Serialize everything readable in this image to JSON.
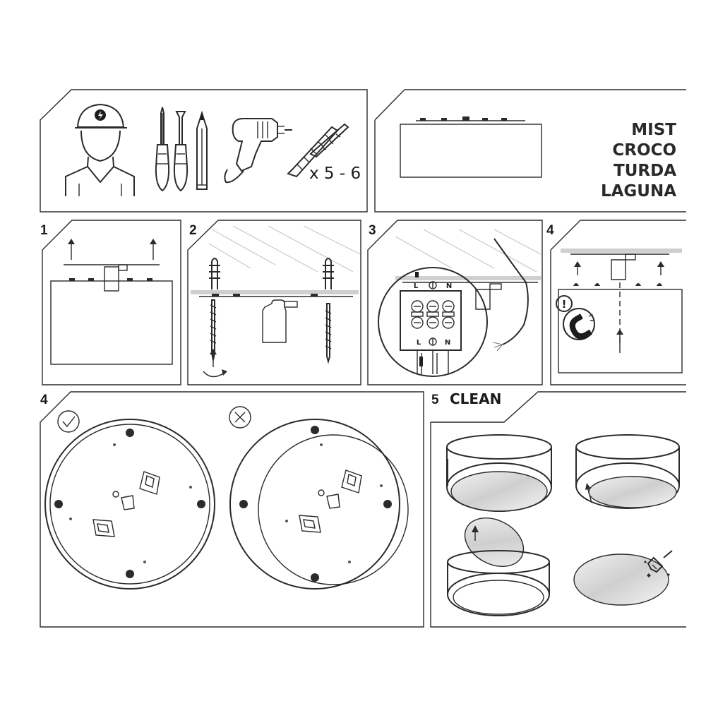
{
  "header": {
    "quantity_label": "x 5 - 6",
    "models": [
      "MIST",
      "CROCO",
      "TURDA",
      "LAGUNA"
    ]
  },
  "steps": {
    "step1": "1",
    "step2": "2",
    "step3": "3",
    "step4": "4",
    "step4b": "4",
    "step5": "5",
    "step5_label": "CLEAN"
  },
  "terminal": {
    "top": [
      "L",
      "N"
    ],
    "bottom": [
      "L",
      "N"
    ]
  },
  "colors": {
    "line": "#2b2b2b",
    "ceiling": "#c9c9c9",
    "panel_border": "#3a3a3a",
    "mirror": "#dcdcdc"
  },
  "icons": {
    "electrician": "electrician-icon",
    "screwdrivers": "screwdriver-icon",
    "pencil": "pencil-icon",
    "drill": "drill-icon",
    "wall_plug": "wall-plug-icon",
    "warning": "warning-icon",
    "magnet": "magnet-icon",
    "correct": "check-icon",
    "incorrect": "cross-icon",
    "cleaning_brush": "brush-icon"
  }
}
